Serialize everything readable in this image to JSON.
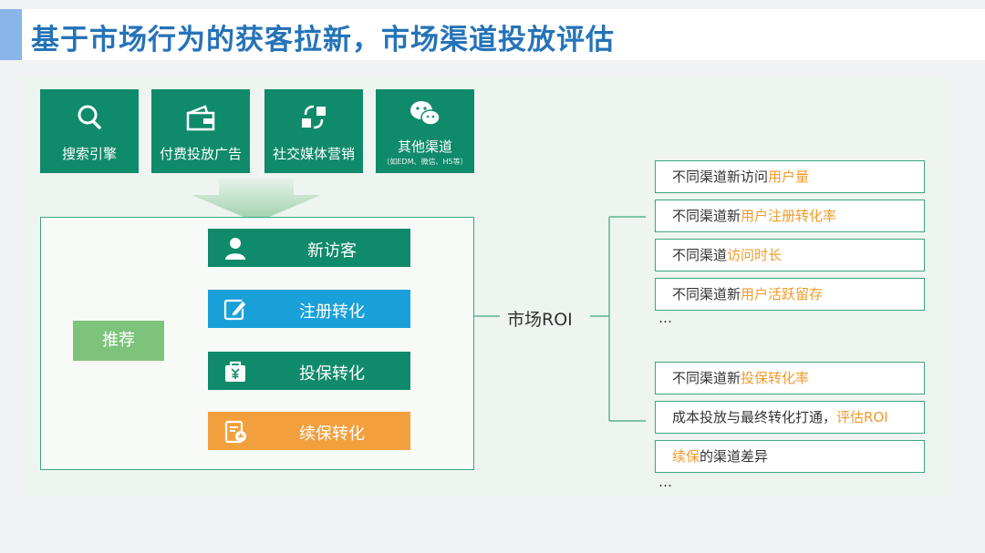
{
  "title": "基于市场行为的获客拉新，市场渠道投放评估",
  "channels": [
    {
      "label": "搜索引擎",
      "icon": "search-icon"
    },
    {
      "label": "付费投放广告",
      "icon": "wallet-icon"
    },
    {
      "label": "社交媒体营销",
      "icon": "share-icon"
    },
    {
      "label": "其他渠道",
      "sublabel": "（如EDM、微信、H5等）",
      "icon": "wechat-icon"
    }
  ],
  "steps": [
    {
      "label": "新访客",
      "icon": "user-icon",
      "color": "#0f8a6a"
    },
    {
      "label": "注册转化",
      "icon": "edit-icon",
      "color": "#1aa0d8"
    },
    {
      "label": "投保转化",
      "icon": "bag-icon",
      "color": "#0f8a6a"
    },
    {
      "label": "续保转化",
      "icon": "clipboard-icon",
      "color": "#f2a03d"
    }
  ],
  "recommend": "推荐",
  "roi_label": "市场ROI",
  "metrics": [
    {
      "plain": "不同渠道新访问",
      "hl": "用户量",
      "after": ""
    },
    {
      "plain": "不同渠道新",
      "hl": "用户注册转化率",
      "after": ""
    },
    {
      "plain": "不同渠道",
      "hl": "访问时长",
      "after": ""
    },
    {
      "plain": "不同渠道新",
      "hl": "用户活跃留存",
      "after": ""
    },
    {
      "plain": "不同渠道新",
      "hl": "投保转化率",
      "after": ""
    },
    {
      "plain": "成本投放与最终转化打通，",
      "hl": "评估ROI",
      "after": ""
    },
    {
      "plain": "",
      "hl": "续保",
      "after": "的渠道差异"
    }
  ],
  "ellipsis": "…",
  "colors": {
    "title": "#2573b8",
    "channel": "#0f8a6a",
    "highlight": "#f09a2a",
    "recommend": "#7dc37b",
    "border": "#3aa77c"
  }
}
